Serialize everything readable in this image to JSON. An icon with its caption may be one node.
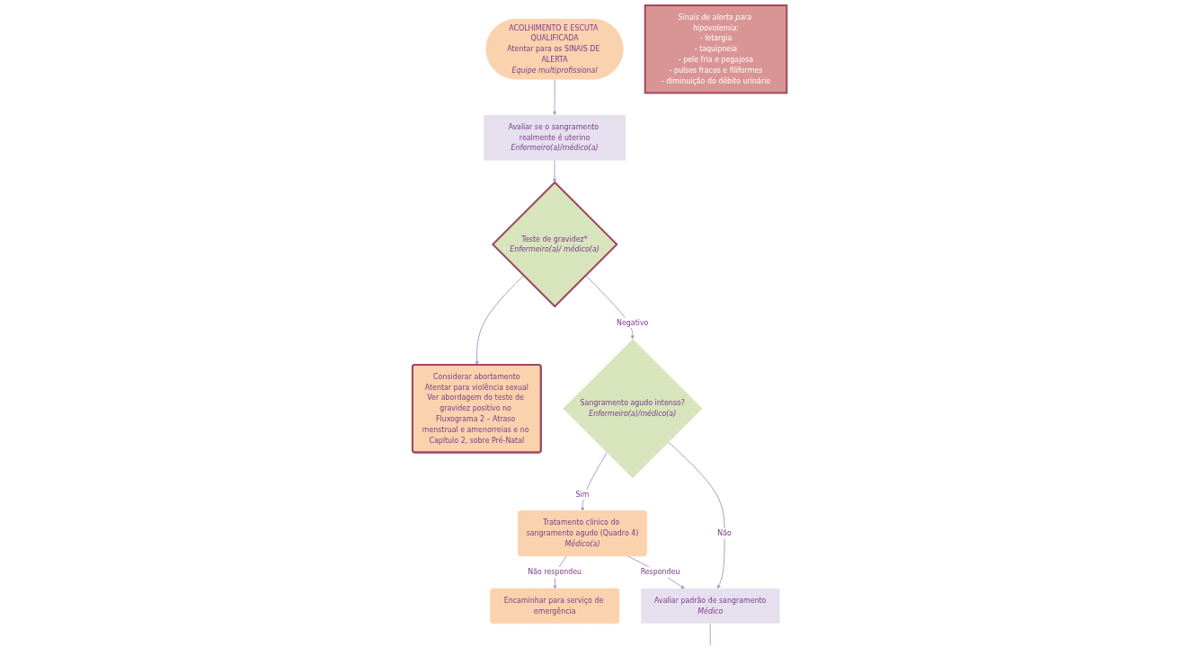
{
  "diagram": {
    "nodes": [
      {
        "text": [
          "ACOLHIMENTO E ESCUTA QUALIFICADA",
          "Atentar para os SINAIS DE ALERTA",
          "Equipe multiprofissional"
        ]
      },
      {
        "text": [
          "Avaliar se o sangramento realmente é uterino",
          "Enfermeiro(a)/médico(a)"
        ]
      },
      {
        "text": [
          "Sinais de alerta para hipovolemia:",
          "- letargia",
          "- taquipneia",
          "- pele fria e pegajosa",
          "- pulsos fracos e filiformes",
          "- diminuição do débito urinário"
        ]
      },
      {
        "text": [
          "Considerar abortamento",
          "Atentar para violência sexual",
          "Ver abordagem do teste de gravidez positivo no Fluxograma 2 – Atraso menstrual e amenorreias e no Capítulo 2, sobre Pré-Natal"
        ]
      },
      {
        "text": [
          "Teste de gravidez*",
          "Enfermeiro(a)/ médico(a)"
        ]
      },
      {
        "text": [
          "Encaminhar para serviço de emergência"
        ]
      },
      {
        "text": [
          "Sangramento agudo intenso?",
          "Enfermeiro(a)/médico(a)"
        ]
      },
      {
        "text": [
          "Tratamento clínico do sangramento agudo (Quadro 4)",
          "Médico(a)"
        ]
      },
      {
        "text": [
          "Avaliar padrão de sangramento",
          "Médico"
        ]
      }
    ],
    "edges": [
      {
        "from": 0,
        "to": 1,
        "arrow": "to"
      },
      {
        "from": 1,
        "to": 4,
        "arrow": "to"
      },
      {
        "from": 4,
        "to": 3,
        "arrow": "to"
      },
      {
        "from": 4,
        "to": 6,
        "arrow": "to",
        "label": "Negativo"
      },
      {
        "from": 6,
        "to": 7,
        "arrow": "to",
        "label": "Sim"
      },
      {
        "from": 7,
        "to": 5,
        "arrow": "to",
        "label": "Não respondeu"
      },
      {
        "from": 6,
        "to": 8,
        "arrow": "to",
        "label": "Não"
      },
      {
        "from": 7,
        "to": 8,
        "arrow": "to",
        "label": "Respondeu"
      },
      {
        "from": 8,
        "to": null,
        "arrow": "none"
      }
    ]
  }
}
